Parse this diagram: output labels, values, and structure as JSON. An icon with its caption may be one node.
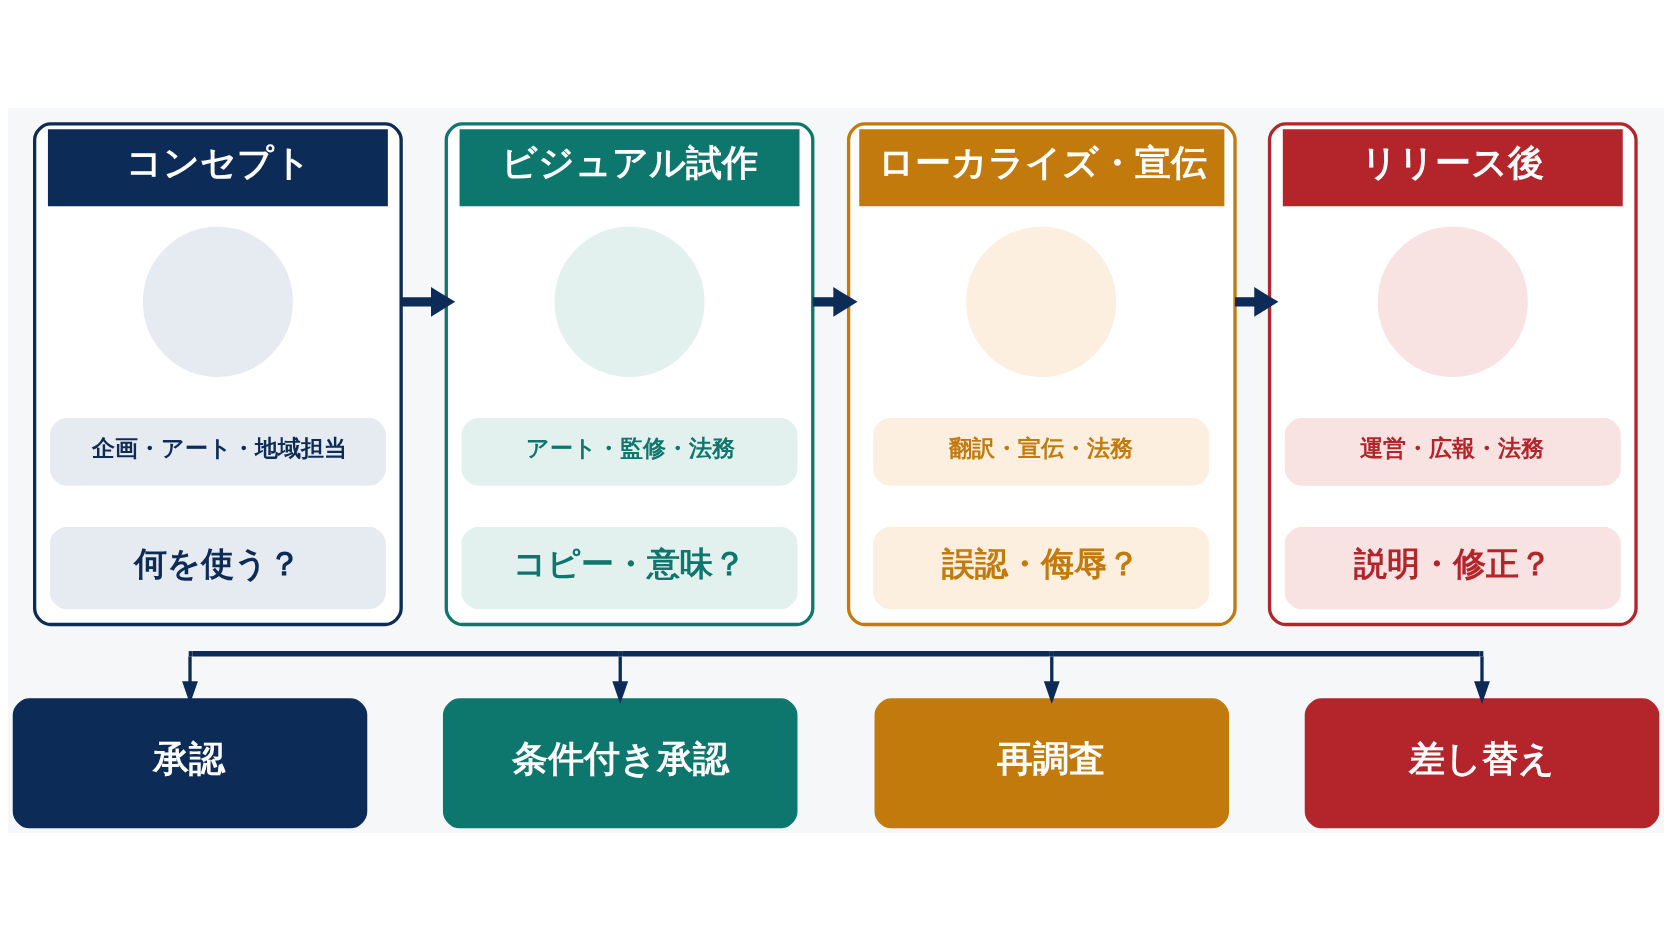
{
  "diagram": {
    "nodes": [
      {
        "text": [
          "コンセプト"
        ]
      },
      {
        "text": [],
        "shape": "circle",
        "in": 0
      },
      {
        "text": [
          "企画・アート・地域担当"
        ],
        "in": 0
      },
      {
        "text": [
          "何を使う？"
        ],
        "in": 0
      },
      {
        "text": [
          "ビジュアル試作"
        ]
      },
      {
        "text": [],
        "shape": "circle",
        "in": 4
      },
      {
        "text": [
          "アート・監修・法務"
        ],
        "in": 4
      },
      {
        "text": [
          "コピー・意味？"
        ],
        "in": 4
      },
      {
        "text": [
          "ローカライズ・宣伝"
        ]
      },
      {
        "text": [],
        "shape": "circle",
        "in": 8
      },
      {
        "text": [
          "翻訳・宣伝・法務"
        ],
        "in": 8
      },
      {
        "text": [
          "誤認・侮辱？"
        ],
        "in": 8
      },
      {
        "text": [
          "リリース後"
        ]
      },
      {
        "text": [],
        "shape": "circle",
        "in": 12
      },
      {
        "text": [
          "運営・広報・法務"
        ],
        "in": 12
      },
      {
        "text": [
          "説明・修正？"
        ],
        "in": 12
      },
      {
        "text": [],
        "shape": "bar"
      },
      {
        "text": [
          "承認"
        ]
      },
      {
        "text": [
          "条件付き承認"
        ]
      },
      {
        "text": [
          "再調査"
        ]
      },
      {
        "text": [
          "差し替え"
        ]
      }
    ],
    "edges": [
      {
        "from": 0,
        "to": 4,
        "arrow": "to",
        "style": "thick"
      },
      {
        "from": 4,
        "to": 8,
        "arrow": "to",
        "style": "thick"
      },
      {
        "from": 8,
        "to": 12,
        "arrow": "to",
        "style": "thick"
      },
      {
        "from": 16,
        "to": 17,
        "arrow": "to"
      },
      {
        "from": 16,
        "to": 18,
        "arrow": "to"
      },
      {
        "from": 16,
        "to": 19,
        "arrow": "to"
      },
      {
        "from": 16,
        "to": 20,
        "arrow": "to"
      }
    ]
  }
}
